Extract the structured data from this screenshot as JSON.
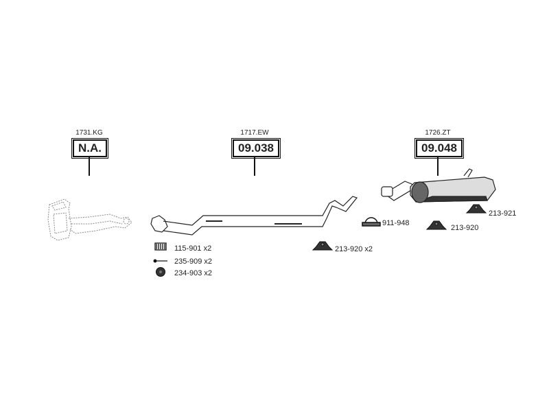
{
  "groups": [
    {
      "ref": "1731.KG",
      "code": "N.A."
    },
    {
      "ref": "1717.EW",
      "code": "09.038"
    },
    {
      "ref": "1726.ZT",
      "code": "09.048"
    }
  ],
  "parts": [
    {
      "label": "115-901 x2",
      "icon": "spring-icon"
    },
    {
      "label": "235-909 x2",
      "icon": "bolt-icon"
    },
    {
      "label": "234-903 x2",
      "icon": "gasket-ring-icon"
    },
    {
      "label": "213-920 x2",
      "icon": "rubber-mount-icon"
    },
    {
      "label": "911-948",
      "icon": "pipe-clamp-icon"
    },
    {
      "label": "213-920",
      "icon": "rubber-mount-icon"
    },
    {
      "label": "213-921",
      "icon": "rubber-mount-icon"
    }
  ]
}
